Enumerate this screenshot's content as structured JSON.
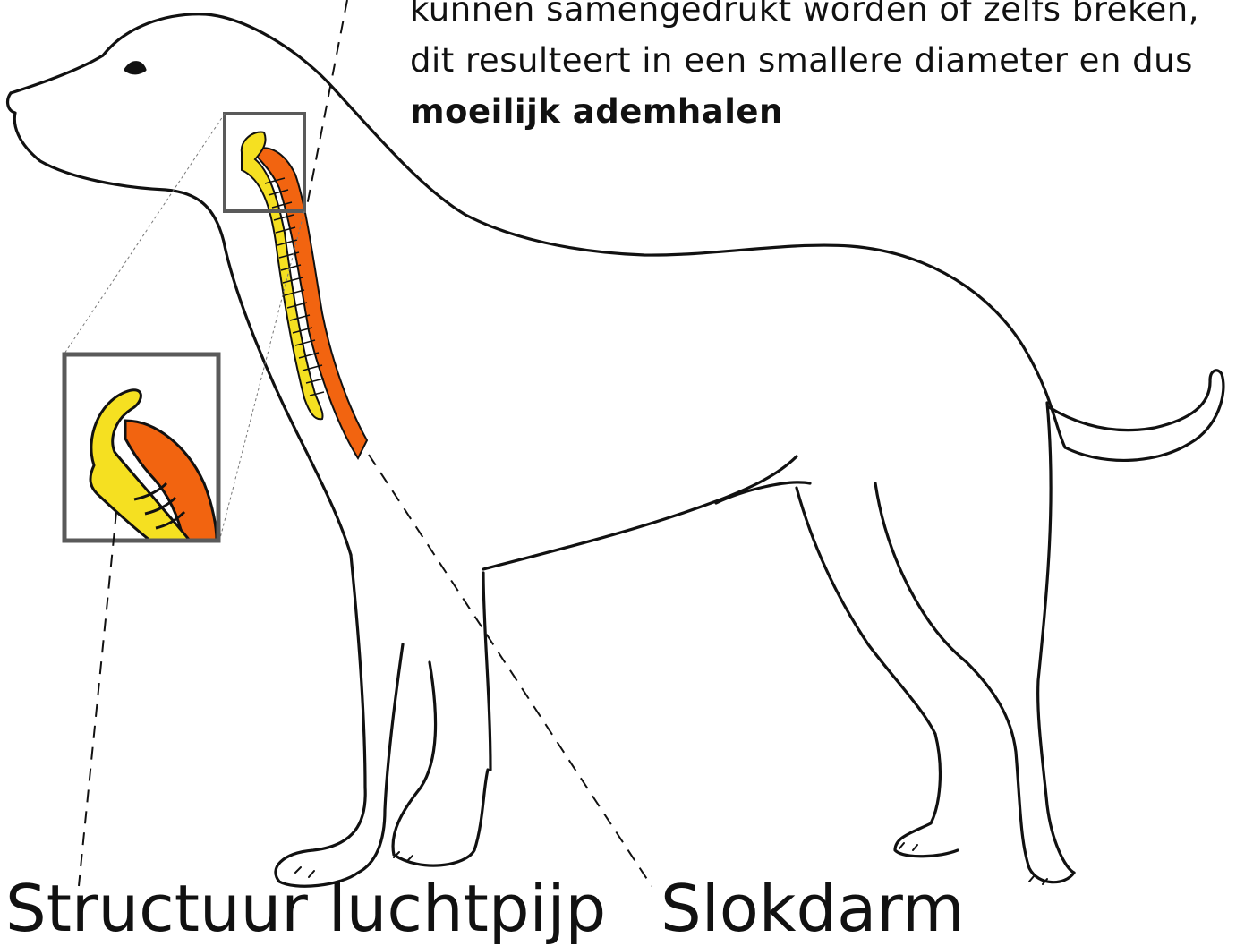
{
  "caption": {
    "line1": "kunnen samengedrukt worden of zelfs breken,",
    "line2": "dit resulteert in een smallere diameter en dus",
    "line3": "moeilijk ademhalen"
  },
  "labels": {
    "left": "Structuur luchtpijp",
    "right": "Slokdarm"
  },
  "colors": {
    "outline": "#111111",
    "trachea": "#f5e021",
    "esophagus": "#f26410",
    "frame": "#5a5a5a"
  },
  "icons": {
    "dog": "dog-outline-icon",
    "trachea": "trachea-icon",
    "esophagus": "esophagus-icon",
    "zoom": "magnifier-inset-icon"
  }
}
